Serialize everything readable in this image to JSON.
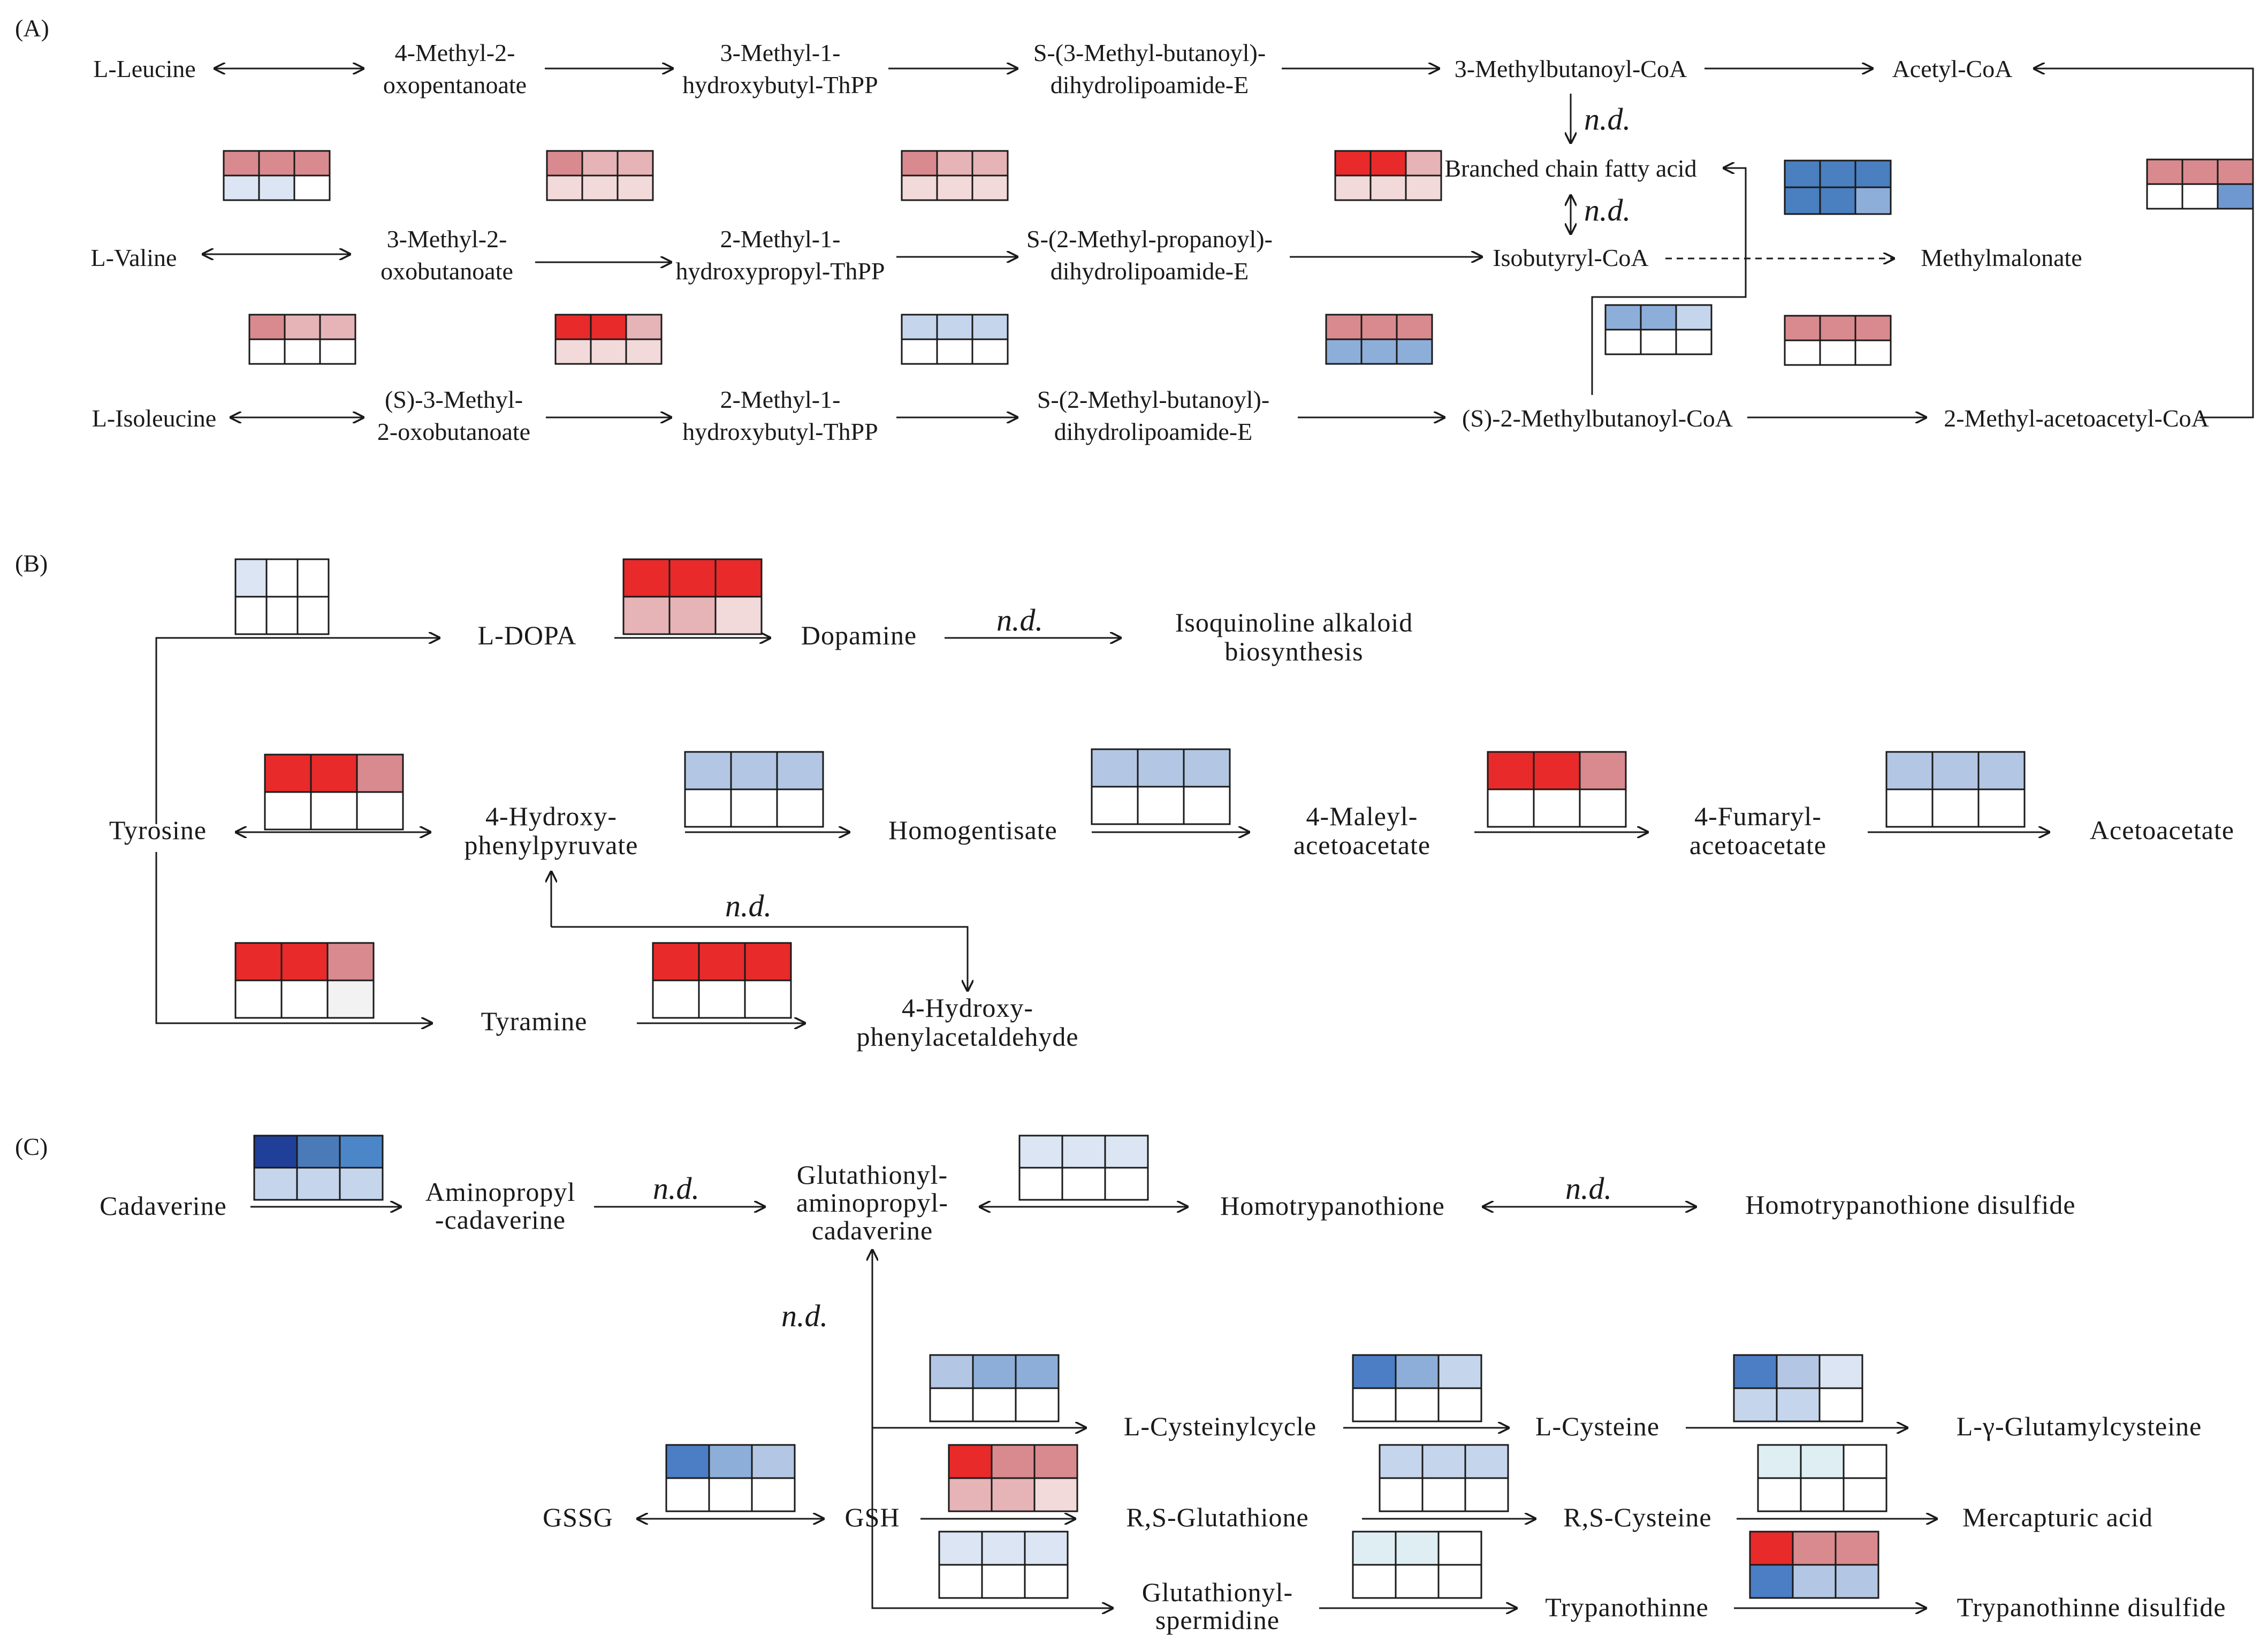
{
  "panels": [
    {
      "letter": "(A)",
      "nodes": [
        {
          "id": "leu",
          "lines": [
            "L-Leucine"
          ]
        },
        {
          "id": "mop",
          "lines": [
            "4-Methyl-2-",
            "oxopentanoate"
          ]
        },
        {
          "id": "mhbt1",
          "lines": [
            "3-Methyl-1-",
            "hydroxybutyl-ThPP"
          ]
        },
        {
          "id": "smbd",
          "lines": [
            "S-(3-Methyl-butanoyl)-",
            "dihydrolipoamide-E"
          ]
        },
        {
          "id": "mbcoa",
          "lines": [
            "3-Methylbutanoyl-CoA"
          ]
        },
        {
          "id": "acoa",
          "lines": [
            "Acetyl-CoA"
          ]
        },
        {
          "id": "bcfa",
          "lines": [
            "Branched chain fatty acid"
          ]
        },
        {
          "id": "val",
          "lines": [
            "L-Valine"
          ]
        },
        {
          "id": "mob",
          "lines": [
            "3-Methyl-2-",
            "oxobutanoate"
          ]
        },
        {
          "id": "mhp",
          "lines": [
            "2-Methyl-1-",
            "hydroxypropyl-ThPP"
          ]
        },
        {
          "id": "smpd",
          "lines": [
            "S-(2-Methyl-propanoyl)-",
            "dihydrolipoamide-E"
          ]
        },
        {
          "id": "ibcoa",
          "lines": [
            "Isobutyryl-CoA"
          ]
        },
        {
          "id": "mma",
          "lines": [
            "Methylmalonate"
          ]
        },
        {
          "id": "ile",
          "lines": [
            "L-Isoleucine"
          ]
        },
        {
          "id": "smob",
          "lines": [
            "(S)-3-Methyl-",
            "2-oxobutanoate"
          ]
        },
        {
          "id": "mhbt2",
          "lines": [
            "2-Methyl-1-",
            "hydroxybutyl-ThPP"
          ]
        },
        {
          "id": "smbd2",
          "lines": [
            "S-(2-Methyl-butanoyl)-",
            "dihydrolipoamide-E"
          ]
        },
        {
          "id": "smbcoa",
          "lines": [
            "(S)-2-Methylbutanoyl-CoA"
          ]
        },
        {
          "id": "maacoa",
          "lines": [
            "2-Methyl-acetoacetyl-CoA"
          ]
        }
      ],
      "nd_labels": [
        "n.d.",
        "n.d."
      ],
      "heatmaps": [
        {
          "id": "hA1",
          "top": [
            "#d98a8e",
            "#d98a8e",
            "#d98a8e"
          ],
          "bottom": [
            "#dbe5f3",
            "#dbe5f3",
            "#ffffff"
          ]
        },
        {
          "id": "hA2",
          "top": [
            "#d98a8e",
            "#e6b3b6",
            "#e6b3b6"
          ],
          "bottom": [
            "#f2d9da",
            "#f2d9da",
            "#f2d9da"
          ]
        },
        {
          "id": "hA3",
          "top": [
            "#d98a8e",
            "#e6b3b6",
            "#e6b3b6"
          ],
          "bottom": [
            "#f2d9da",
            "#f2d9da",
            "#f2d9da"
          ]
        },
        {
          "id": "hA4",
          "top": [
            "#e82a2a",
            "#e82a2a",
            "#e6b3b6"
          ],
          "bottom": [
            "#f2d9da",
            "#f2d9da",
            "#f2d9da"
          ]
        },
        {
          "id": "hA5",
          "top": [
            "#4a7fc0",
            "#4a7fc0",
            "#4a7fc0"
          ],
          "bottom": [
            "#4a7fc0",
            "#4a7fc0",
            "#8daed8"
          ]
        },
        {
          "id": "hA6",
          "top": [
            "#d98a8e",
            "#d98a8e",
            "#d98a8e"
          ],
          "bottom": [
            "#ffffff",
            "#ffffff",
            "#6f98d0"
          ]
        },
        {
          "id": "hA7",
          "top": [
            "#8daed8",
            "#8daed8",
            "#c5d5ec"
          ],
          "bottom": [
            "#ffffff",
            "#ffffff",
            "#ffffff"
          ]
        },
        {
          "id": "hA8",
          "top": [
            "#d98a8e",
            "#d98a8e",
            "#d98a8e"
          ],
          "bottom": [
            "#ffffff",
            "#ffffff",
            "#ffffff"
          ]
        },
        {
          "id": "hA9",
          "top": [
            "#d98a8e",
            "#e6b3b6",
            "#e6b3b6"
          ],
          "bottom": [
            "#ffffff",
            "#ffffff",
            "#ffffff"
          ]
        },
        {
          "id": "hA10",
          "top": [
            "#e82a2a",
            "#e82a2a",
            "#e6b3b6"
          ],
          "bottom": [
            "#f2d9da",
            "#f2d9da",
            "#f2d9da"
          ]
        },
        {
          "id": "hA11",
          "top": [
            "#c5d5ec",
            "#c5d5ec",
            "#c5d5ec"
          ],
          "bottom": [
            "#ffffff",
            "#ffffff",
            "#ffffff"
          ]
        },
        {
          "id": "hA12",
          "top": [
            "#d98a8e",
            "#d98a8e",
            "#d98a8e"
          ],
          "bottom": [
            "#8daed8",
            "#8daed8",
            "#8daed8"
          ]
        }
      ]
    },
    {
      "letter": "(B)",
      "nodes": [
        {
          "id": "tyr",
          "lines": [
            "Tyrosine"
          ]
        },
        {
          "id": "dopa",
          "lines": [
            "L-DOPA"
          ]
        },
        {
          "id": "dop",
          "lines": [
            "Dopamine"
          ]
        },
        {
          "id": "iso",
          "lines": [
            "Isoquinoline alkaloid",
            "biosynthesis"
          ]
        },
        {
          "id": "hpp",
          "lines": [
            "4-Hydroxy-",
            "phenylpyruvate"
          ]
        },
        {
          "id": "hgt",
          "lines": [
            "Homogentisate"
          ]
        },
        {
          "id": "maa",
          "lines": [
            "4-Maleyl-",
            "acetoacetate"
          ]
        },
        {
          "id": "faa",
          "lines": [
            "4-Fumaryl-",
            "acetoacetate"
          ]
        },
        {
          "id": "aa",
          "lines": [
            "Acetoacetate"
          ]
        },
        {
          "id": "tyra",
          "lines": [
            "Tyramine"
          ]
        },
        {
          "id": "hpa",
          "lines": [
            "4-Hydroxy-",
            "phenylacetaldehyde"
          ]
        }
      ],
      "nd_labels": [
        "n.d.",
        "n.d."
      ],
      "heatmaps": [
        {
          "id": "hB1",
          "top": [
            "#dbe5f3",
            "#ffffff",
            "#ffffff"
          ],
          "bottom": [
            "#ffffff",
            "#ffffff",
            "#ffffff"
          ]
        },
        {
          "id": "hB2",
          "top": [
            "#e82a2a",
            "#e82a2a",
            "#e82a2a"
          ],
          "bottom": [
            "#e6b3b6",
            "#e6b3b6",
            "#f2d9da"
          ]
        },
        {
          "id": "hB3",
          "top": [
            "#e82a2a",
            "#e82a2a",
            "#d98a8e"
          ],
          "bottom": [
            "#ffffff",
            "#ffffff",
            "#ffffff"
          ]
        },
        {
          "id": "hB4",
          "top": [
            "#b3c6e3",
            "#b3c6e3",
            "#b3c6e3"
          ],
          "bottom": [
            "#ffffff",
            "#ffffff",
            "#ffffff"
          ]
        },
        {
          "id": "hB5",
          "top": [
            "#b3c6e3",
            "#b3c6e3",
            "#b3c6e3"
          ],
          "bottom": [
            "#ffffff",
            "#ffffff",
            "#ffffff"
          ]
        },
        {
          "id": "hB6",
          "top": [
            "#e82a2a",
            "#e82a2a",
            "#d98a8e"
          ],
          "bottom": [
            "#ffffff",
            "#ffffff",
            "#ffffff"
          ]
        },
        {
          "id": "hB7",
          "top": [
            "#b3c6e3",
            "#b3c6e3",
            "#b3c6e3"
          ],
          "bottom": [
            "#ffffff",
            "#ffffff",
            "#ffffff"
          ]
        },
        {
          "id": "hB8",
          "top": [
            "#e82a2a",
            "#e82a2a",
            "#d98a8e"
          ],
          "bottom": [
            "#ffffff",
            "#ffffff",
            "#f2f2f2"
          ]
        },
        {
          "id": "hB9",
          "top": [
            "#e82a2a",
            "#e82a2a",
            "#e82a2a"
          ],
          "bottom": [
            "#ffffff",
            "#ffffff",
            "#ffffff"
          ]
        }
      ]
    },
    {
      "letter": "(C)",
      "nodes": [
        {
          "id": "cad",
          "lines": [
            "Cadaverine"
          ]
        },
        {
          "id": "apc",
          "lines": [
            "Aminopropyl",
            "-cadaverine"
          ]
        },
        {
          "id": "gapc",
          "lines": [
            "Glutathionyl-",
            "aminopropyl-",
            "cadaverine"
          ]
        },
        {
          "id": "htp",
          "lines": [
            "Homotrypanothione"
          ]
        },
        {
          "id": "htpd",
          "lines": [
            "Homotrypanothione disulfide"
          ]
        },
        {
          "id": "lcys",
          "lines": [
            "L-Cysteinylcycle"
          ]
        },
        {
          "id": "cys",
          "lines": [
            "L-Cysteine"
          ]
        },
        {
          "id": "ggc",
          "lines": [
            "L-γ-Glutamylcysteine"
          ]
        },
        {
          "id": "gssg",
          "lines": [
            "GSSG"
          ]
        },
        {
          "id": "gsh",
          "lines": [
            "GSH"
          ]
        },
        {
          "id": "rsg",
          "lines": [
            "R,S-Glutathione"
          ]
        },
        {
          "id": "rsc",
          "lines": [
            "R,S-Cysteine"
          ]
        },
        {
          "id": "mer",
          "lines": [
            "Mercapturic acid"
          ]
        },
        {
          "id": "gsp",
          "lines": [
            "Glutathionyl-",
            "spermidine"
          ]
        },
        {
          "id": "tryp",
          "lines": [
            "Trypanothinne"
          ]
        },
        {
          "id": "trypd",
          "lines": [
            "Trypanothinne disulfide"
          ]
        }
      ],
      "nd_labels": [
        "n.d.",
        "n.d.",
        "n.d."
      ],
      "heatmaps": [
        {
          "id": "hC1",
          "top": [
            "#1f3f99",
            "#4b7ab8",
            "#4b86c9"
          ],
          "bottom": [
            "#c5d5ec",
            "#c5d5ec",
            "#c5d5ec"
          ]
        },
        {
          "id": "hC2",
          "top": [
            "#dbe5f3",
            "#dbe5f3",
            "#dbe5f3"
          ],
          "bottom": [
            "#ffffff",
            "#ffffff",
            "#ffffff"
          ]
        },
        {
          "id": "hC3",
          "top": [
            "#b3c6e3",
            "#8daed8",
            "#8daed8"
          ],
          "bottom": [
            "#ffffff",
            "#ffffff",
            "#ffffff"
          ]
        },
        {
          "id": "hC4",
          "top": [
            "#4b7ec4",
            "#8daed8",
            "#c5d5ec"
          ],
          "bottom": [
            "#ffffff",
            "#ffffff",
            "#ffffff"
          ]
        },
        {
          "id": "hC5",
          "top": [
            "#4b7ec4",
            "#b3c6e3",
            "#dbe5f3"
          ],
          "bottom": [
            "#c5d5ec",
            "#c5d5ec",
            "#ffffff"
          ]
        },
        {
          "id": "hC6",
          "top": [
            "#4b7ec4",
            "#8daed8",
            "#b3c6e3"
          ],
          "bottom": [
            "#ffffff",
            "#ffffff",
            "#ffffff"
          ]
        },
        {
          "id": "hC7",
          "top": [
            "#e82a2a",
            "#d98a8e",
            "#d98a8e"
          ],
          "bottom": [
            "#e6b3b6",
            "#e6b3b6",
            "#f2d9da"
          ]
        },
        {
          "id": "hC8",
          "top": [
            "#c5d5ec",
            "#c5d5ec",
            "#c5d5ec"
          ],
          "bottom": [
            "#ffffff",
            "#ffffff",
            "#ffffff"
          ]
        },
        {
          "id": "hC9",
          "top": [
            "#deeef3",
            "#deeef3",
            "#ffffff"
          ],
          "bottom": [
            "#ffffff",
            "#ffffff",
            "#ffffff"
          ]
        },
        {
          "id": "hC10",
          "top": [
            "#dbe5f3",
            "#dbe5f3",
            "#dbe5f3"
          ],
          "bottom": [
            "#ffffff",
            "#ffffff",
            "#ffffff"
          ]
        },
        {
          "id": "hC11",
          "top": [
            "#deeef3",
            "#deeef3",
            "#ffffff"
          ],
          "bottom": [
            "#ffffff",
            "#ffffff",
            "#ffffff"
          ]
        },
        {
          "id": "hC12",
          "top": [
            "#e82a2a",
            "#d98a8e",
            "#d98a8e"
          ],
          "bottom": [
            "#4b7ec4",
            "#b3c6e3",
            "#b3c6e3"
          ]
        }
      ]
    }
  ]
}
